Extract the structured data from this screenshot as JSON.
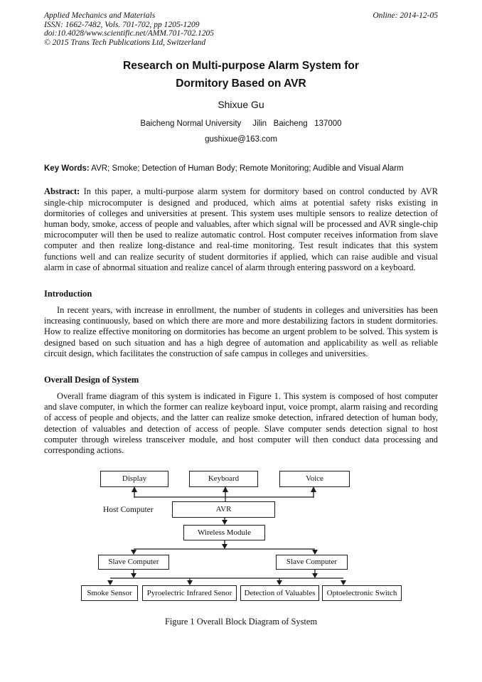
{
  "header": {
    "journal": "Applied Mechanics and Materials",
    "issn_line": "ISSN: 1662-7482, Vols. 701-702, pp 1205-1209",
    "doi_line": "doi:10.4028/www.scientific.net/AMM.701-702.1205",
    "copyright_line": "© 2015 Trans Tech Publications Ltd, Switzerland",
    "online_date": "Online: 2014-12-05"
  },
  "title": {
    "line1": "Research on Multi-purpose Alarm System for",
    "line2": "Dormitory Based on AVR"
  },
  "author": {
    "name": "Shixue Gu",
    "affiliation": "Baicheng Normal University     Jilin   Baicheng   137000",
    "email": "gushixue@163.com"
  },
  "keywords": {
    "label": "Key Words:",
    "text": " AVR; Smoke; Detection of Human Body; Remote Monitoring; Audible and Visual Alarm"
  },
  "abstract": {
    "label": "Abstract:",
    "text": " In this paper, a multi-purpose alarm system for dormitory based on control conducted by AVR single-chip microcomputer is designed and produced, which aims at potential safety risks existing in dormitories of colleges and universities at present. This system uses multiple sensors to realize detection of human body, smoke, access of people and valuables, after which signal will be processed and AVR single-chip microcomputer will then be used to realize automatic control. Host computer receives information from slave computer and then realize long-distance and real-time monitoring. Test result indicates that this system functions well and can realize security of student dormitories if applied, which can raise audible and visual alarm in case of abnormal situation and realize cancel of alarm through entering password on a keyboard."
  },
  "sections": {
    "introduction": {
      "heading": "Introduction",
      "body": "In recent years, with increase in enrollment, the number of students in colleges and universities has been increasing continuously, based on which there are more and more destabilizing factors in student dormitories. How to realize effective monitoring on dormitories has become an urgent problem to be solved. This system is designed based on such situation and has a high degree of automation and applicability as well as reliable circuit design, which facilitates the construction of safe campus in colleges and universities."
    },
    "overall_design": {
      "heading": "Overall Design of System",
      "body": "Overall frame diagram of this system is indicated in Figure 1. This system is composed of host computer and slave computer, in which the former can realize keyboard input, voice prompt, alarm raising and recording of access of people and objects, and the latter can realize smoke detection, infrared detection of human body, detection of valuables and detection of access of people. Slave computer sends detection signal to host computer through wireless transceiver module, and host computer will then conduct data processing and corresponding actions."
    }
  },
  "figure": {
    "host_label": "Host Computer",
    "boxes": {
      "display": "Display",
      "keyboard": "Keyboard",
      "voice": "Voice",
      "avr": "AVR",
      "wireless": "Wireless Module",
      "slave_left": "Slave Computer",
      "slave_right": "Slave Computer",
      "smoke": "Smoke Sensor",
      "pyroelectric": "Pyroelectric Infrared Senor",
      "valuables": "Detection of Valuables",
      "optoelectronic": "Optoelectronic Switch"
    },
    "caption": "Figure 1 Overall Block Diagram of System"
  }
}
